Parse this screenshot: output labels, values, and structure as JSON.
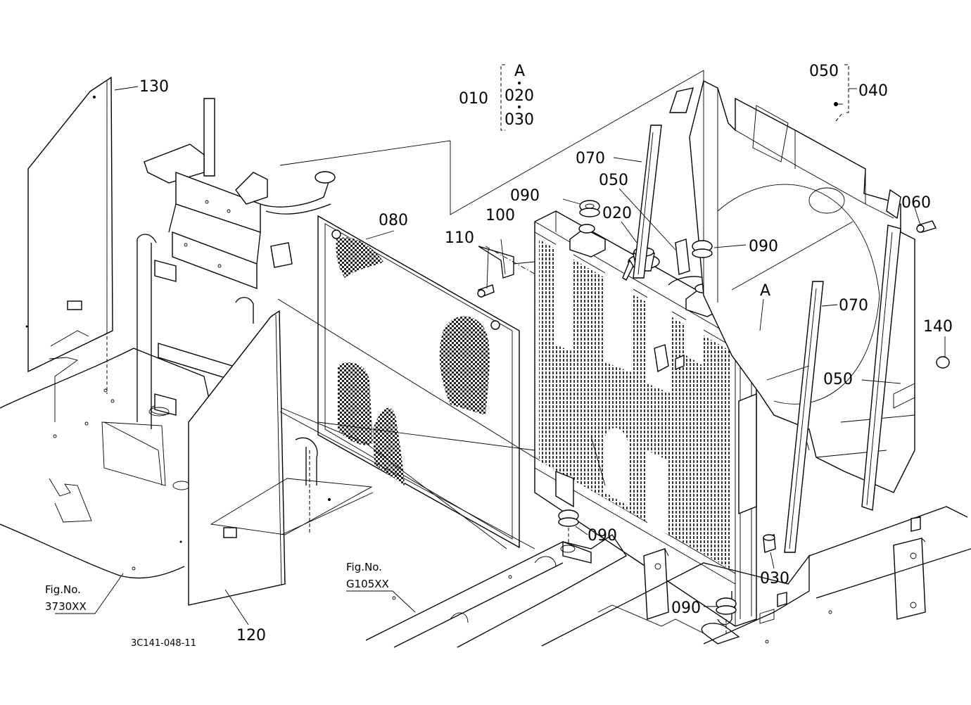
{
  "drawing_code": "3C141-048-11",
  "callouts": {
    "p130": "130",
    "p120": "120",
    "p080": "080",
    "p110": "110",
    "p100": "100",
    "p090a": "090",
    "p050a": "050",
    "p020": "020",
    "p070a": "070",
    "p050b": "050",
    "p040": "040",
    "p060": "060",
    "p090b": "090",
    "p070b": "070",
    "p140": "140",
    "p050c": "050",
    "p090c": "090",
    "p030": "030",
    "p090d": "090"
  },
  "assembly": {
    "p010": "010",
    "A": "A",
    "p020": "020",
    "p030": "030"
  },
  "marker_A": "A",
  "fig_refs": [
    {
      "line1": "Fig.No.",
      "line2": "3730XX"
    },
    {
      "line1": "Fig.No.",
      "line2": "G105XX"
    }
  ]
}
